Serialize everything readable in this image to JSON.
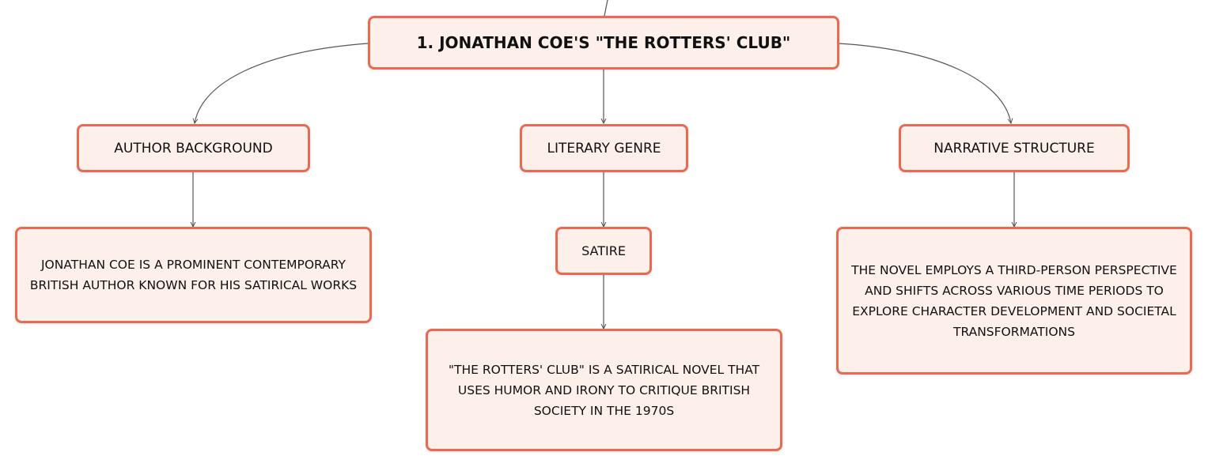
{
  "colors": {
    "node_fill": "#fdefea",
    "node_border": "#e96a53",
    "connector": "#555555",
    "text": "#111111"
  },
  "root": {
    "label": "1. JONATHAN COE'S \"THE ROTTERS' CLUB\""
  },
  "branches": [
    {
      "label": "AUTHOR BACKGROUND",
      "children": [
        {
          "label": "JONATHAN COE IS A PROMINENT CONTEMPORARY BRITISH AUTHOR KNOWN FOR HIS SATIRICAL WORKS"
        }
      ]
    },
    {
      "label": "LITERARY GENRE",
      "children": [
        {
          "label": "SATIRE",
          "children": [
            {
              "label": "\"THE ROTTERS' CLUB\" IS A SATIRICAL NOVEL THAT USES HUMOR AND IRONY TO CRITIQUE BRITISH SOCIETY IN THE 1970S"
            }
          ]
        }
      ]
    },
    {
      "label": "NARRATIVE STRUCTURE",
      "children": [
        {
          "label": "THE NOVEL EMPLOYS A THIRD-PERSON PERSPECTIVE AND SHIFTS ACROSS VARIOUS TIME PERIODS TO EXPLORE CHARACTER DEVELOPMENT AND SOCIETAL TRANSFORMATIONS"
        }
      ]
    }
  ]
}
